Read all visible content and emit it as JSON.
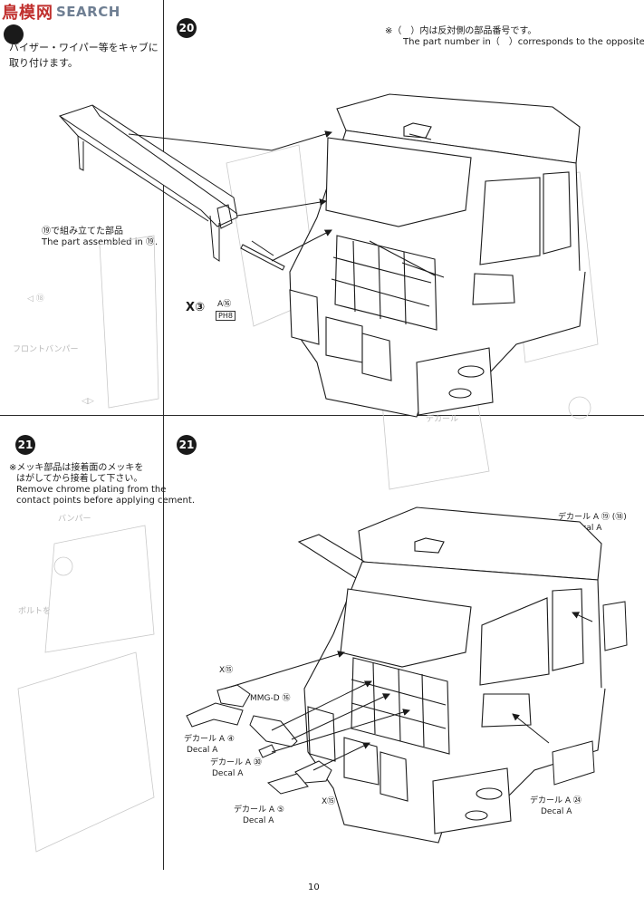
{
  "watermark": {
    "glyphs": "鳥模网",
    "word": "SEARCH"
  },
  "steps": {
    "s19": "",
    "s20": "20",
    "s21a": "21",
    "s21b": "21"
  },
  "step19": {
    "jp_line1": "バイザー・ワイパー等をキャブに",
    "jp_line2": "取り付けます。",
    "assembled_jp": "⑲で組み立てた部品",
    "assembled_en": "The part assembled in ⑲."
  },
  "step20": {
    "note_jp": "※（　）内は反対側の部品番号です。",
    "note_en": "The part number in（　）corresponds to the opposite side.",
    "part_a16": "A⑯",
    "part_ph8": "PH8",
    "part_x3": "X③"
  },
  "step21": {
    "note_jp1": "※メッキ部品は接着面のメッキを",
    "note_jp2": "はがしてから接着して下さい。",
    "note_en1": "Remove chrome plating from the",
    "note_en2": "contact points before applying cement.",
    "decal_a19_jp": "デカール A ⑲ (⑱)",
    "decal_a19_en": "Decal A",
    "x15_top": "X⑮",
    "mmg_d16": "MMG-D ⑯",
    "decal_a4_jp": "デカール A ④",
    "decal_a4_en": "Decal A",
    "decal_a30_jp": "デカール A ㉚",
    "decal_a30_en": "Decal A",
    "x15_bottom": "X⑮",
    "decal_a5_jp": "デカール A ⑤",
    "decal_a5_en": "Decal A",
    "decal_a24_jp": "デカール A ㉔",
    "decal_a24_en": "Decal A"
  },
  "page_number": "10"
}
